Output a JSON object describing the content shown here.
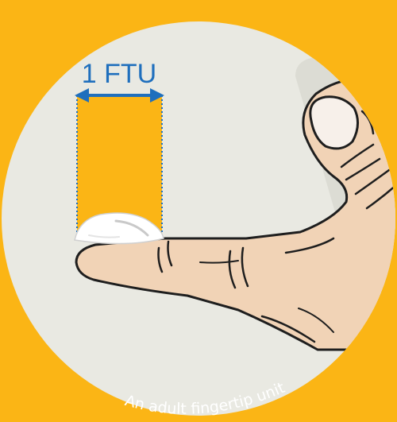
{
  "diagram": {
    "measure_label": "1 FTU",
    "caption": "An adult fingertip unit"
  },
  "colors": {
    "background": "#fbb515",
    "circle": "#e9e9e2",
    "skin": "#f1d3b6",
    "skin_shadow": "#dcb392",
    "outline": "#1e1e1e",
    "measure_blue": "#1f6fbd",
    "highlight_band": "#fbb515",
    "cream": "#ffffff"
  },
  "icons": {
    "hand": "hand-illustration",
    "cream_dollop": "cream-dollop-icon",
    "measure_arrow": "double-arrow-icon"
  }
}
